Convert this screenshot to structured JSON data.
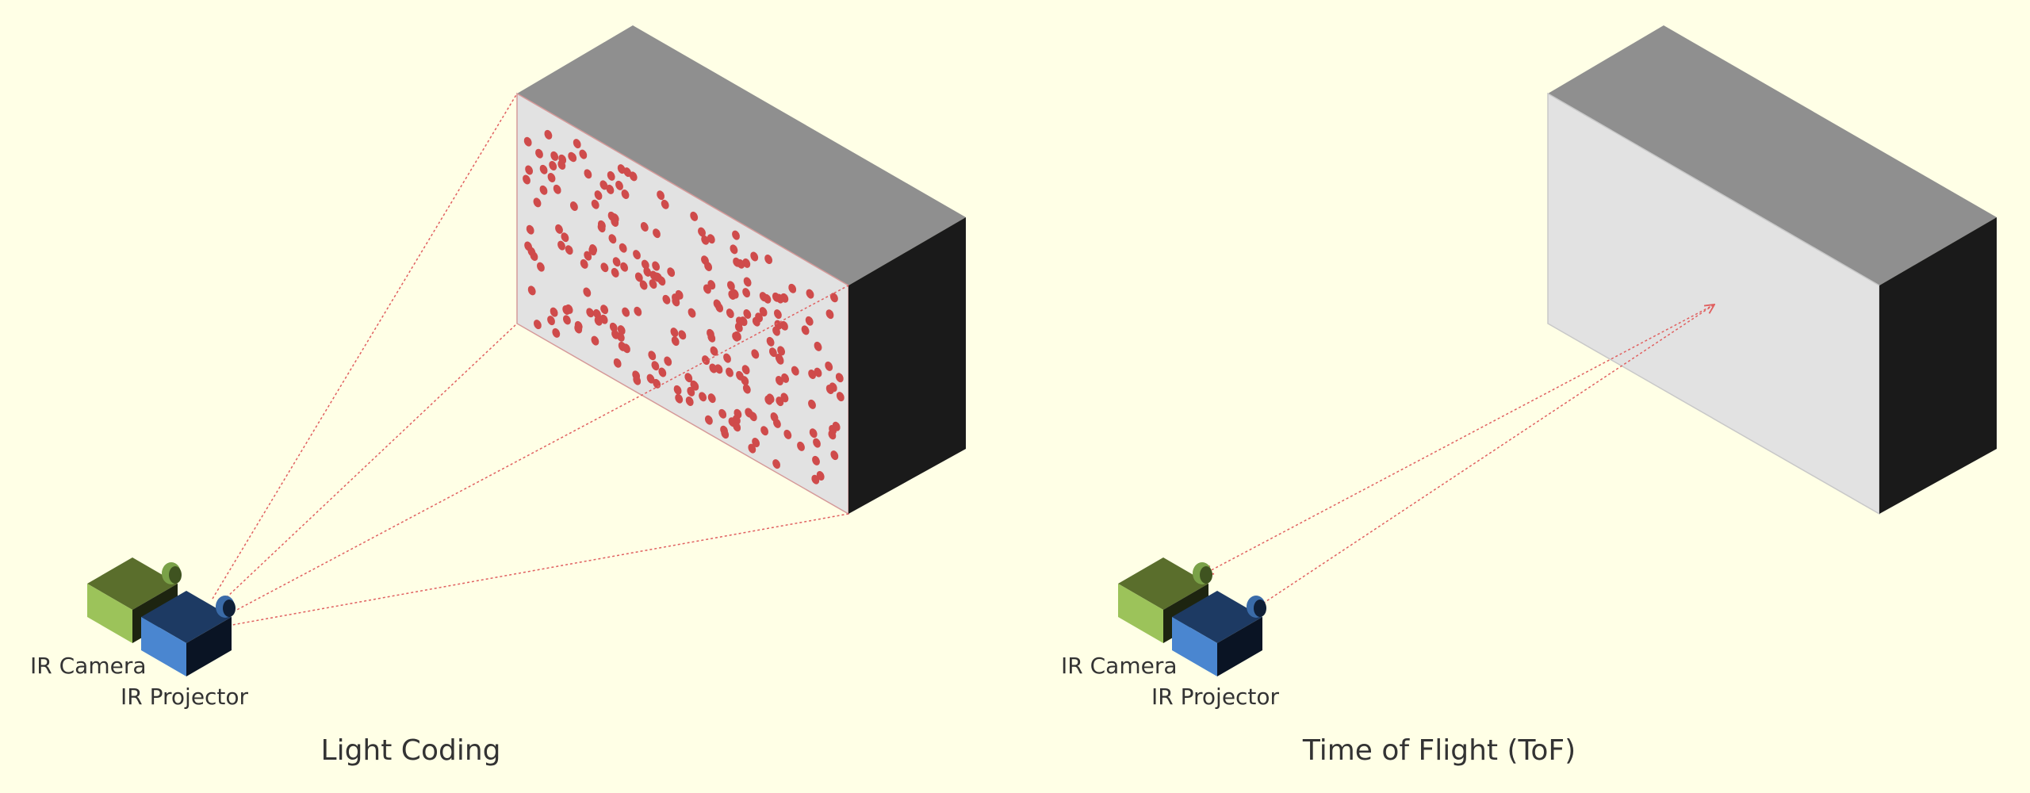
{
  "panels": [
    {
      "title": "Light Coding",
      "camera_label": "IR Camera",
      "projector_label": "IR Projector"
    },
    {
      "title": "Time of Flight (ToF)",
      "camera_label": "IR Camera",
      "projector_label": "IR Projector"
    }
  ],
  "colors": {
    "background": "#ffffe6",
    "box_top": "#8f8f8f",
    "box_front": "#e2e2e2",
    "box_side": "#1a1a1a",
    "dot": "#cf4b4b",
    "ray": "#e06060",
    "camera": "#9cc35a",
    "projector": "#4a86d0"
  },
  "icons": {
    "camera": "ir-camera-icon",
    "projector": "ir-projector-icon"
  }
}
